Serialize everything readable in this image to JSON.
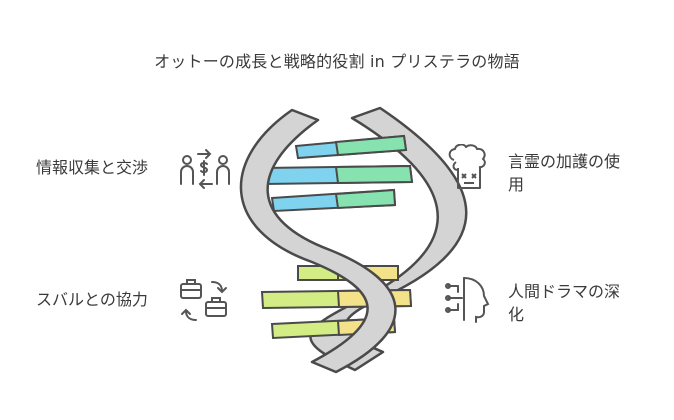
{
  "title": "オットーの成長と戦略的役割 in プリステラの物語",
  "items": {
    "top_left": {
      "label": "情報収集と交渉",
      "icon": "people-exchange-icon"
    },
    "top_right": {
      "label_line1": "言霊の加護の使",
      "label_line2": "用",
      "icon": "magic-brain-icon"
    },
    "bottom_left": {
      "label": "スバルとの協力",
      "icon": "briefcase-exchange-icon"
    },
    "bottom_right": {
      "label_line1": "人間ドラマの深",
      "label_line2": "化",
      "icon": "ai-head-icon"
    }
  },
  "colors": {
    "strand_fill": "#d4d4d4",
    "strand_stroke": "#4a4a4a",
    "rung_blue_left": "#7fd3ef",
    "rung_green_right": "#86e3b0",
    "rung_lime_left": "#d3ec84",
    "rung_yellow_right": "#f4e28a",
    "text": "#3a3a3a",
    "icon": "#555555"
  }
}
